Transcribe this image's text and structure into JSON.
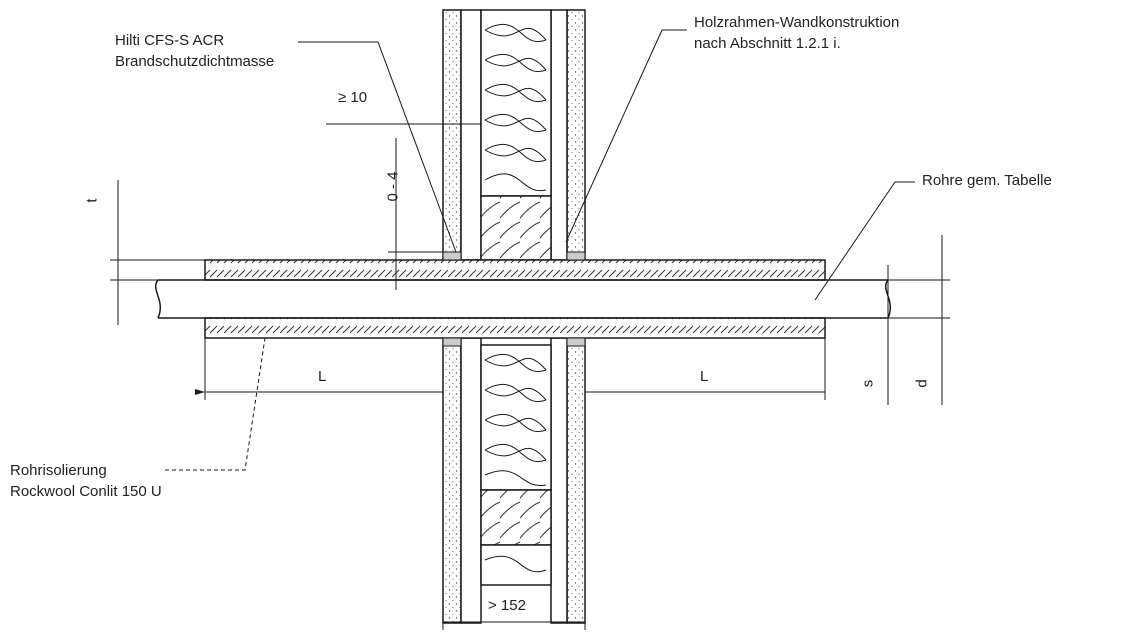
{
  "labels": {
    "sealant_line1": "Hilti CFS-S ACR",
    "sealant_line2": "Brandschutzdichtmasse",
    "wall_line1": "Holzrahmen-Wandkonstruktion",
    "wall_line2": "nach Abschnitt 1.2.1  i.",
    "pipes": "Rohre gem. Tabelle",
    "insulation_line1": "Rohrisolierung",
    "insulation_line2": "Rockwool Conlit 150 U"
  },
  "dimensions": {
    "min_sealant": "≥ 10",
    "gap": "0 - 4",
    "t": "t",
    "L_left": "L",
    "L_right": "L",
    "s": "s",
    "d": "d",
    "wall_thickness": "> 152"
  },
  "colors": {
    "line": "#1a1a1a",
    "fill_board": "#ffffff"
  }
}
